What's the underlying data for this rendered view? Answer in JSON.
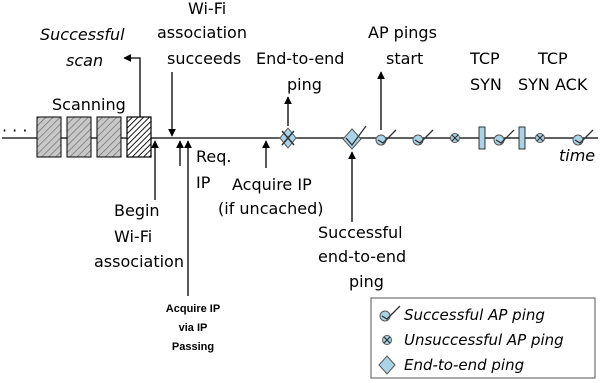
{
  "labels": {
    "ellipsis": "· · ·",
    "successful_scan_1": "Successful",
    "successful_scan_2": "scan",
    "scanning": "Scanning",
    "wifi_assoc_1": "Wi-Fi",
    "wifi_assoc_2": "association",
    "wifi_assoc_3": "succeeds",
    "e2e_ping_1": "End-to-end",
    "e2e_ping_2": "ping",
    "ap_pings_1": "AP pings",
    "ap_pings_2": "start",
    "tcp_syn_1": "TCP",
    "tcp_syn_2": "SYN",
    "tcp_synack_1": "TCP",
    "tcp_synack_2": "SYN ACK",
    "time": "time",
    "req_ip_1": "Req.",
    "req_ip_2": "IP",
    "begin_wifi_1": "Begin",
    "begin_wifi_2": "Wi-Fi",
    "begin_wifi_3": "association",
    "acquire_ip_1": "Acquire IP",
    "acquire_ip_2": "(if uncached)",
    "succ_e2e_1": "Successful",
    "succ_e2e_2": "end-to-end",
    "succ_e2e_3": "ping",
    "acquire_passing_1": "Acquire IP",
    "acquire_passing_2": "via IP",
    "acquire_passing_3": "Passing"
  },
  "legend": {
    "items": [
      {
        "icon": "successful-ap-ping-icon",
        "label": "Successful AP ping"
      },
      {
        "icon": "unsuccessful-ap-ping-icon",
        "label": "Unsuccessful AP ping"
      },
      {
        "icon": "end-to-end-ping-icon",
        "label": "End-to-end  ping"
      }
    ]
  },
  "colors": {
    "scan_fill": "#c8c8c8",
    "symbol_fill": "#a9d3e6",
    "line": "#000000"
  }
}
